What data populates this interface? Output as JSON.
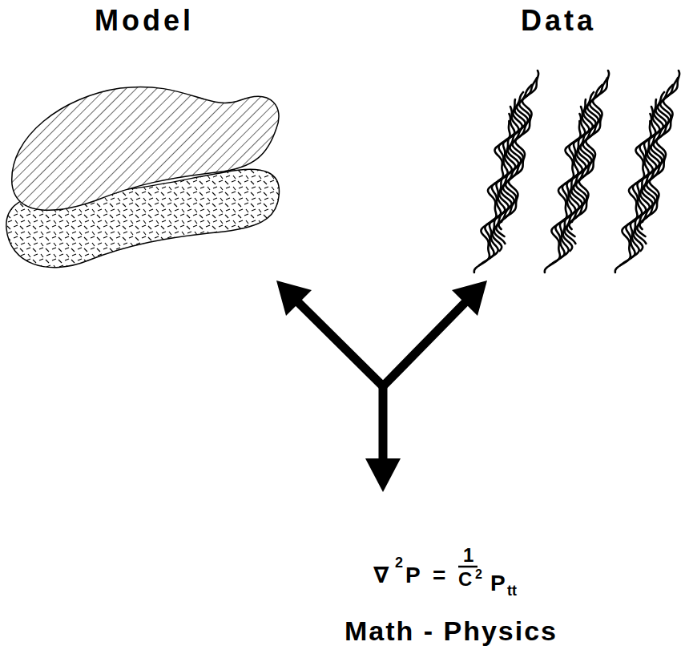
{
  "diagram": {
    "labels": [
      "Model",
      "Data",
      "∇",
      "2",
      "P",
      "=",
      "1",
      "C",
      "2",
      "P",
      "tt",
      "Math - Physics"
    ]
  }
}
